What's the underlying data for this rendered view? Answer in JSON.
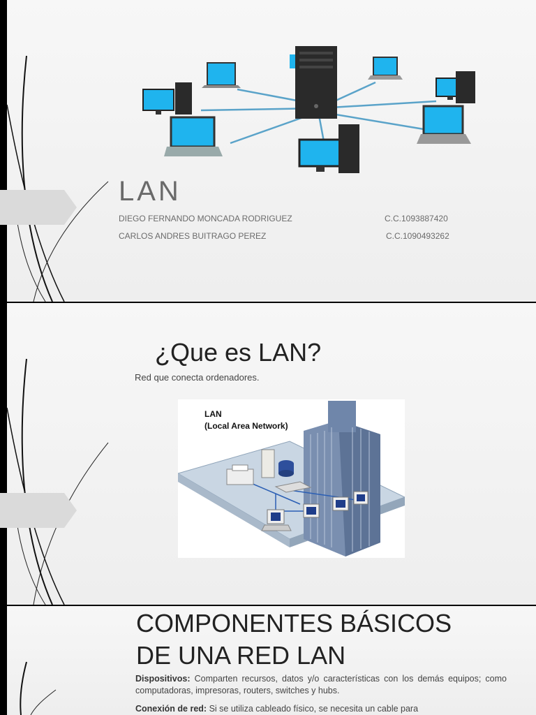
{
  "slide1": {
    "title": "LAN",
    "authors": [
      {
        "name": "DIEGO FERNANDO MONCADA RODRIGUEZ",
        "id": "C.C.1093887420"
      },
      {
        "name": "CARLOS ANDRES BUITRAGO PEREZ",
        "id": "C.C.1090493262"
      }
    ]
  },
  "slide2": {
    "title": "¿Que es LAN?",
    "subtitle": "Red que conecta ordenadores.",
    "diagram": {
      "label_line1": "LAN",
      "label_line2": "(Local Area Network)"
    }
  },
  "slide3": {
    "title_line1": "COMPONENTES BÁSICOS",
    "title_line2": "DE UNA RED LAN",
    "items": [
      {
        "term": "Dispositivos:",
        "text": " Comparten recursos, datos y/o características con los demás equipos; como computadoras, impresoras, routers, switches y hubs."
      },
      {
        "term": "Conexión de red:",
        "text": " Si se utiliza cableado físico, se necesita un cable para"
      }
    ]
  },
  "colors": {
    "monitor_screen": "#1fb4ee",
    "tower": "#2a2a2a",
    "cable": "#5aa3c9",
    "building": "#7a8fb0"
  }
}
